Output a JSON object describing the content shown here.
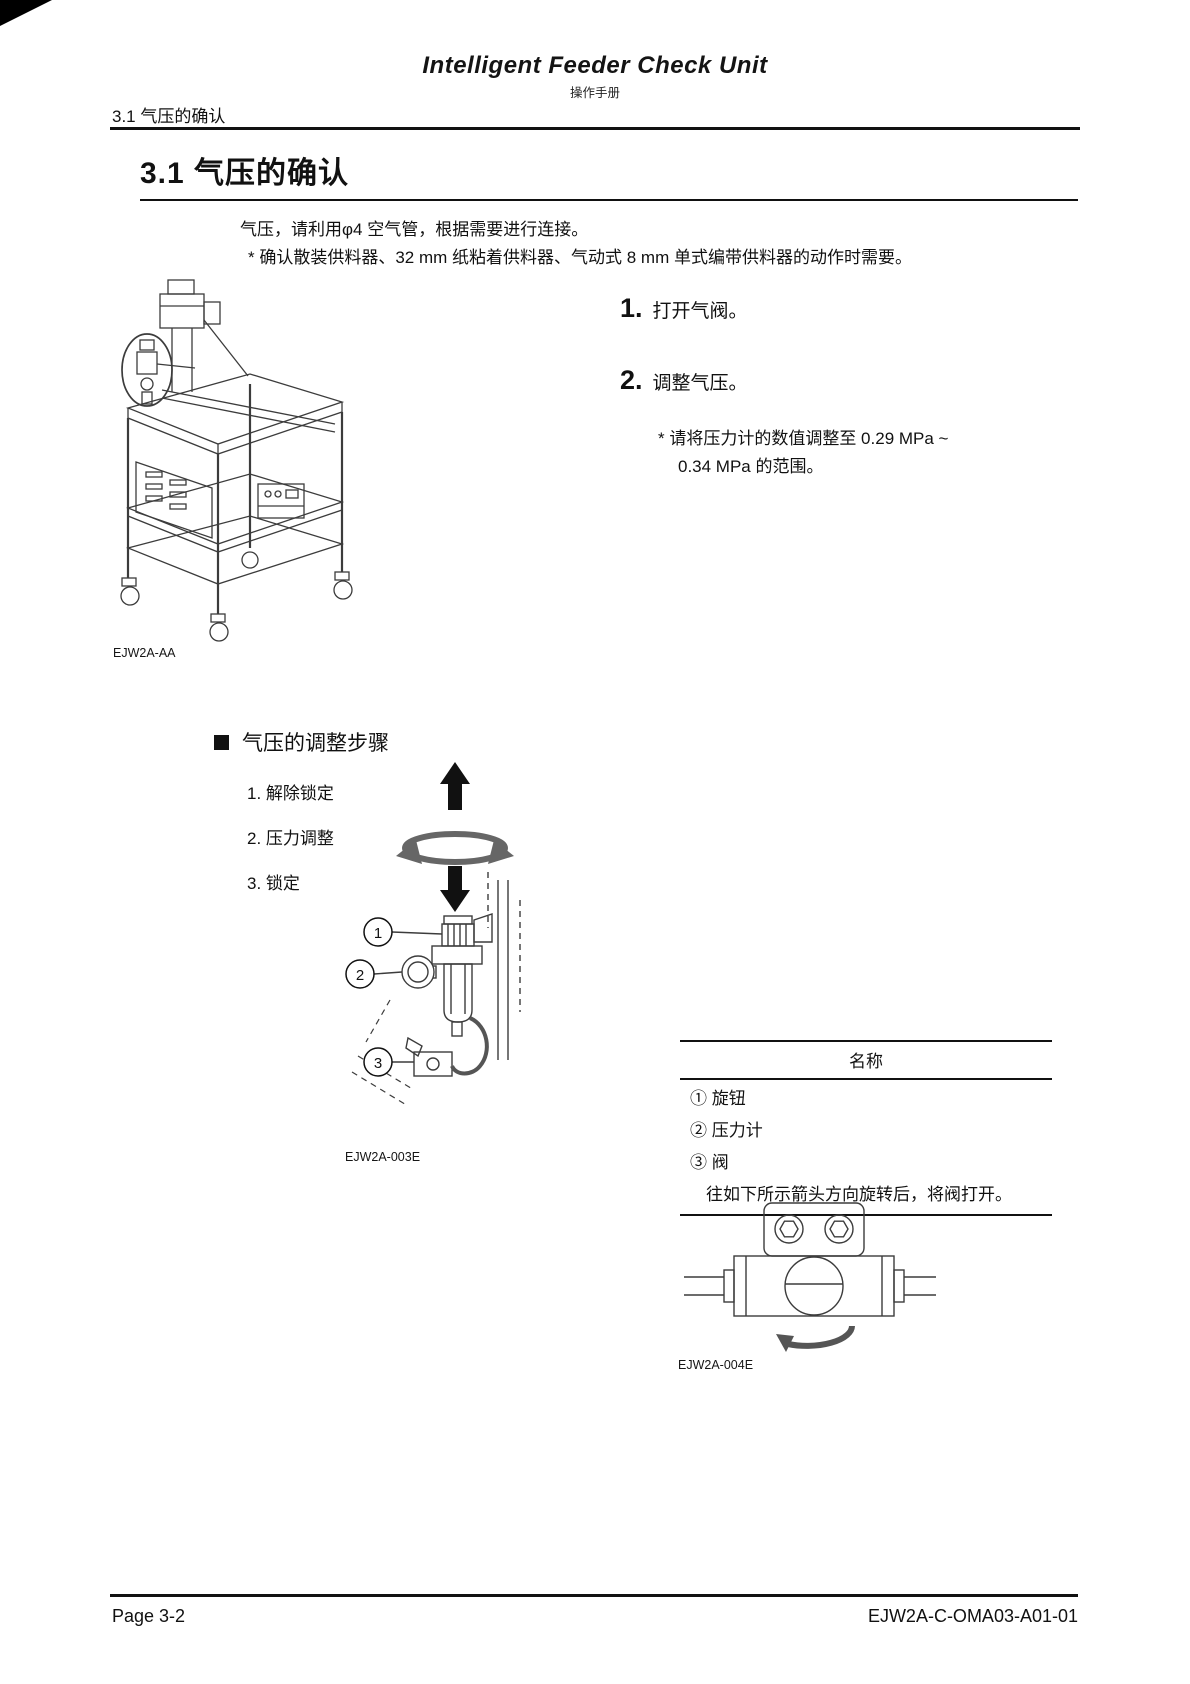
{
  "header": {
    "title": "Intelligent  Feeder Check Unit",
    "subtitle": "操作手册",
    "breadcrumb": "3.1 气压的确认"
  },
  "section": {
    "title": "3.1 气压的确认",
    "intro_line1": "气压，请利用φ4 空气管，根据需要进行连接。",
    "intro_line2": "* 确认散装供料器、32 mm 纸粘着供料器、气动式 8 mm 单式编带供料器的动作时需要。"
  },
  "steps": [
    {
      "num": "1.",
      "text": "打开气阀。"
    },
    {
      "num": "2.",
      "text": "调整气压。"
    }
  ],
  "note": {
    "line1": "* 请将压力计的数值调整至 0.29 MPa ~",
    "line2": "0.34 MPa 的范围。"
  },
  "procedure": {
    "title": "气压的调整步骤",
    "items": [
      "1. 解除锁定",
      "2. 压力调整",
      "3. 锁定"
    ]
  },
  "figures": {
    "machine_caption": "EJW2A-AA",
    "regulator_caption": "EJW2A-003E",
    "valve_caption": "EJW2A-004E",
    "callouts": [
      "1",
      "2",
      "3"
    ]
  },
  "table": {
    "header": "名称",
    "rows": [
      "① 旋钮",
      "② 压力计",
      "③ 阀"
    ],
    "note": "往如下所示箭头方向旋转后，将阀打开。"
  },
  "footer": {
    "page": "Page 3-2",
    "doc_id": "EJW2A-C-OMA03-A01-01"
  }
}
